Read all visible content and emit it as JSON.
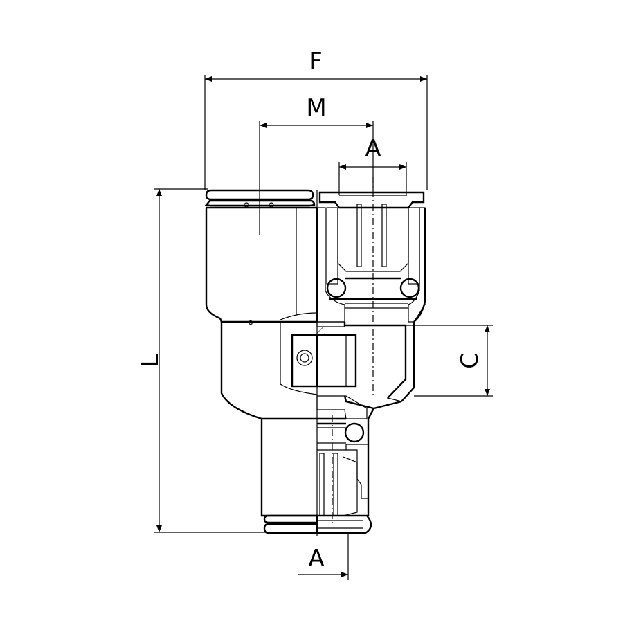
{
  "dimensions": {
    "F": "F",
    "M": "M",
    "A_top": "A",
    "L": "L",
    "C": "C",
    "A_bottom": "A"
  }
}
